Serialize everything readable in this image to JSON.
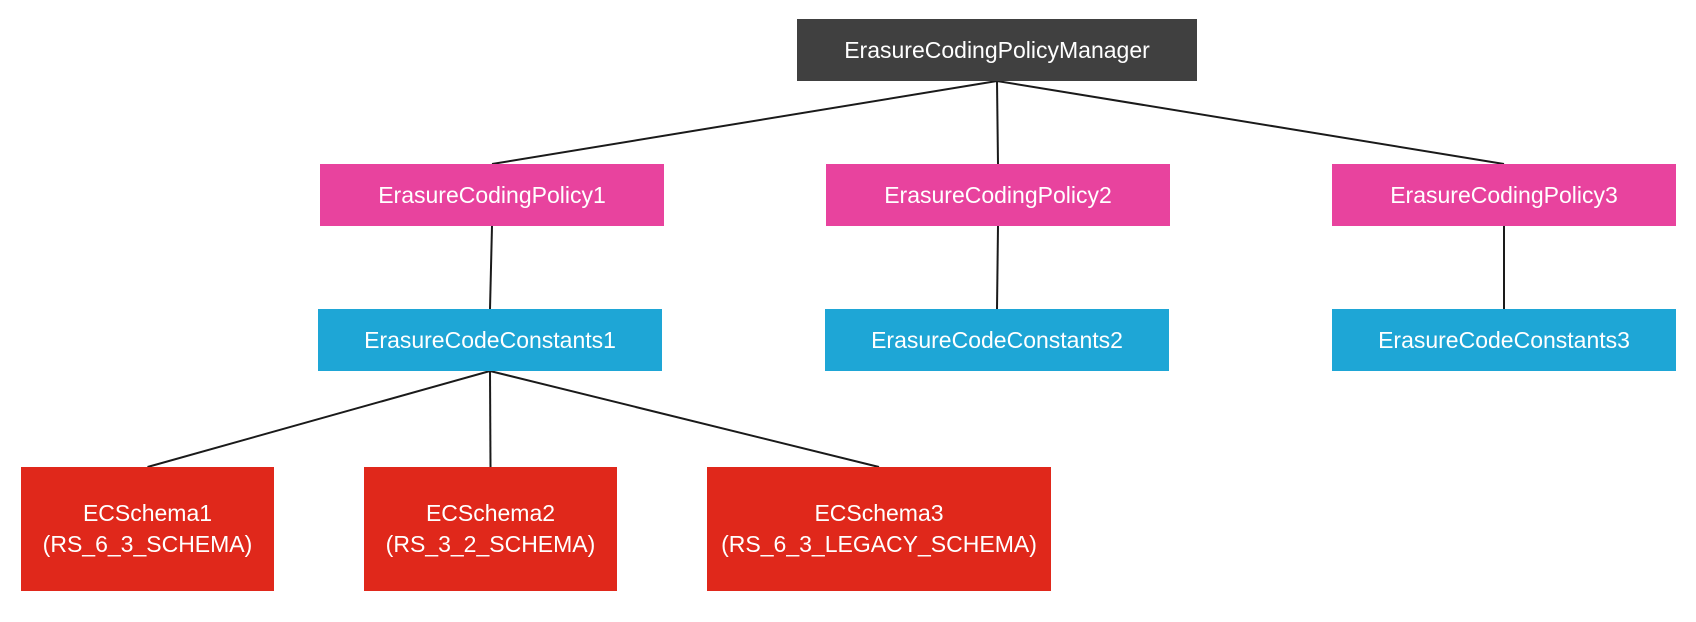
{
  "colors": {
    "manager": "#404040",
    "policy": "#e8439e",
    "constants": "#1ea6d6",
    "schema": "#e0281b",
    "connector": "#1a1a1a",
    "text": "#ffffff"
  },
  "nodes": {
    "manager": {
      "label": "ErasureCodingPolicyManager"
    },
    "policies": [
      {
        "label": "ErasureCodingPolicy1"
      },
      {
        "label": "ErasureCodingPolicy2"
      },
      {
        "label": "ErasureCodingPolicy3"
      }
    ],
    "constants": [
      {
        "label": "ErasureCodeConstants1"
      },
      {
        "label": "ErasureCodeConstants2"
      },
      {
        "label": "ErasureCodeConstants3"
      }
    ],
    "schemas": [
      {
        "name": "ECSchema1",
        "detail": "(RS_6_3_SCHEMA)"
      },
      {
        "name": "ECSchema2",
        "detail": "(RS_3_2_SCHEMA)"
      },
      {
        "name": "ECSchema3",
        "detail": "(RS_6_3_LEGACY_SCHEMA)"
      }
    ]
  },
  "edges": [
    [
      "manager",
      "policy1"
    ],
    [
      "manager",
      "policy2"
    ],
    [
      "manager",
      "policy3"
    ],
    [
      "policy1",
      "const1"
    ],
    [
      "policy2",
      "const2"
    ],
    [
      "policy3",
      "const3"
    ],
    [
      "const1",
      "schema1"
    ],
    [
      "const1",
      "schema2"
    ],
    [
      "const1",
      "schema3"
    ]
  ]
}
